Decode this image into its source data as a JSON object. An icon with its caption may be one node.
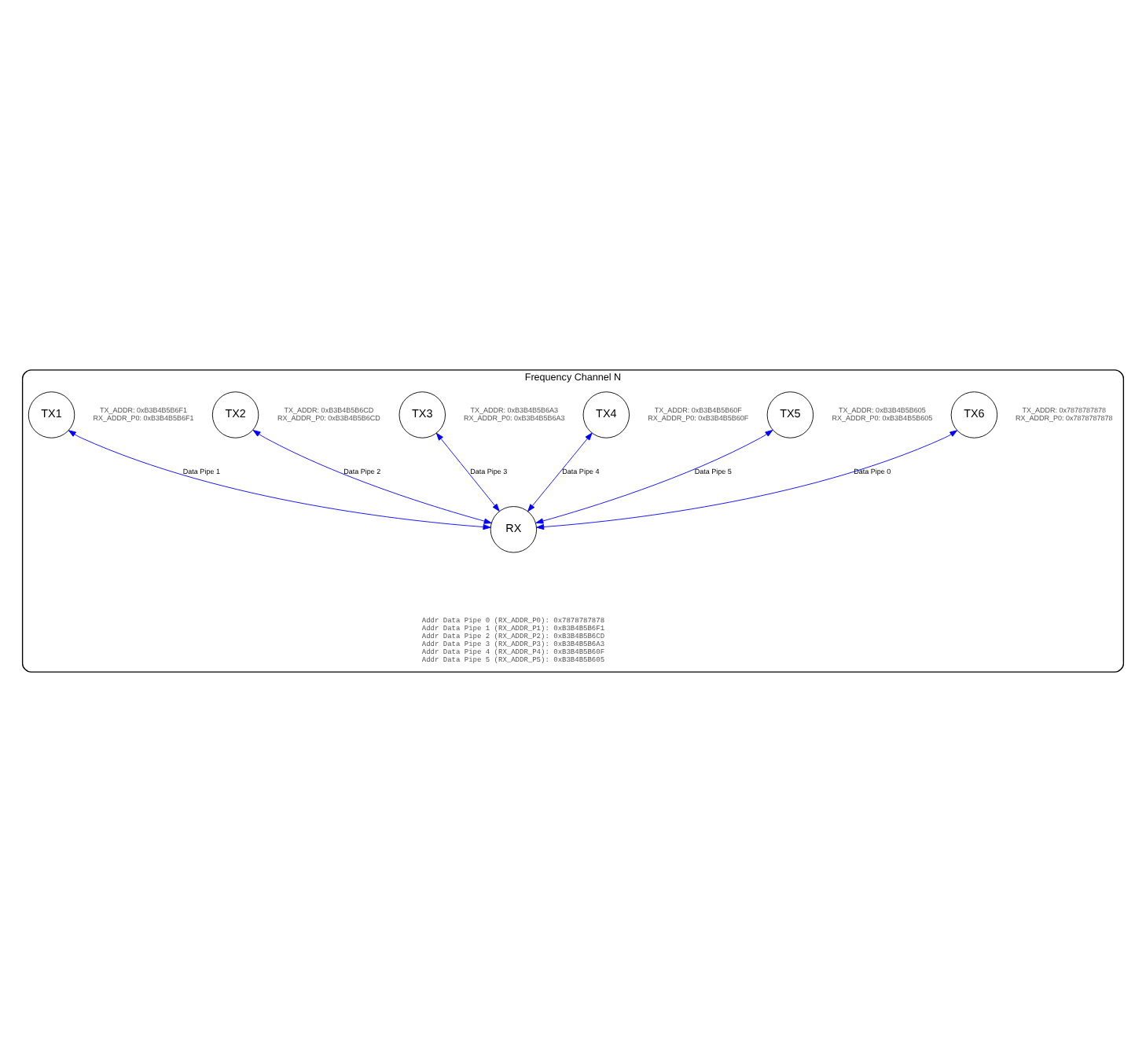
{
  "diagram": {
    "nodes": [
      {
        "text": [
          "Frequency Channel N"
        ]
      },
      {
        "text": [
          "TX1"
        ],
        "in": 0,
        "beside": [
          "TX_ADDR: 0xB3B4B5B6F1",
          "RX_ADDR_P0: 0xB3B4B5B6F1"
        ]
      },
      {
        "text": [
          "TX2"
        ],
        "in": 0,
        "beside": [
          "TX_ADDR: 0xB3B4B5B6CD",
          "RX_ADDR_P0: 0xB3B4B5B6CD"
        ]
      },
      {
        "text": [
          "TX3"
        ],
        "in": 0,
        "beside": [
          "TX_ADDR: 0xB3B4B5B6A3",
          "RX_ADDR_P0: 0xB3B4B5B6A3"
        ]
      },
      {
        "text": [
          "TX4"
        ],
        "in": 0,
        "beside": [
          "TX_ADDR: 0xB3B4B5B60F",
          "RX_ADDR_P0: 0xB3B4B5B60F"
        ]
      },
      {
        "text": [
          "TX5"
        ],
        "in": 0,
        "beside": [
          "TX_ADDR: 0xB3B4B5B605",
          "RX_ADDR_P0: 0xB3B4B5B605"
        ]
      },
      {
        "text": [
          "TX6"
        ],
        "in": 0,
        "beside": [
          "TX_ADDR: 0x7878787878",
          "RX_ADDR_P0: 0x7878787878"
        ]
      },
      {
        "text": [
          "RX"
        ],
        "in": 0
      }
    ],
    "edges": [
      {
        "from": 7,
        "to": 1,
        "arrow": "both",
        "label": "Data Pipe 1"
      },
      {
        "from": 7,
        "to": 2,
        "arrow": "both",
        "label": "Data Pipe 2"
      },
      {
        "from": 7,
        "to": 3,
        "arrow": "both",
        "label": "Data Pipe 3"
      },
      {
        "from": 7,
        "to": 4,
        "arrow": "both",
        "label": "Data Pipe 4"
      },
      {
        "from": 7,
        "to": 5,
        "arrow": "both",
        "label": "Data Pipe 5"
      },
      {
        "from": 7,
        "to": 6,
        "arrow": "both",
        "label": "Data Pipe 0"
      }
    ],
    "labels": [
      "Addr Data Pipe 0 (RX_ADDR_P0): 0x7878787878",
      "Addr Data Pipe 1 (RX_ADDR_P1): 0xB3B4B5B6F1",
      "Addr Data Pipe 2 (RX_ADDR_P2): 0xB3B4B5B6CD",
      "Addr Data Pipe 3 (RX_ADDR_P3): 0xB3B4B5B6A3",
      "Addr Data Pipe 4 (RX_ADDR_P4): 0xB3B4B5B60F",
      "Addr Data Pipe 5 (RX_ADDR_P5): 0xB3B4B5B605"
    ]
  }
}
